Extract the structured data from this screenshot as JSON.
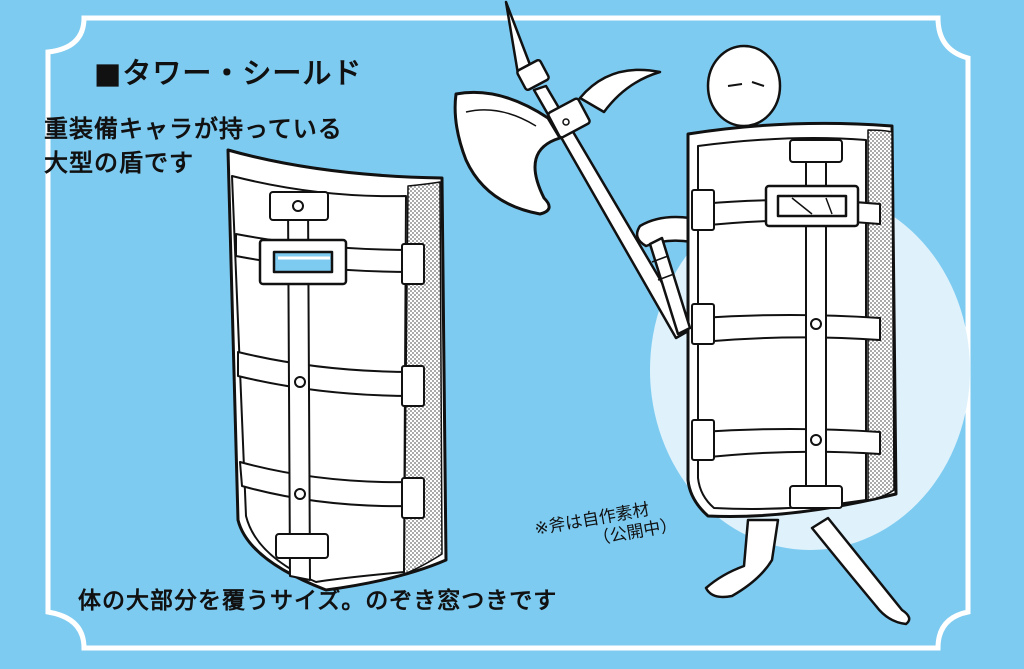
{
  "title": "■タワー・シールド",
  "description": "重装備キャラが持っている\n大型の盾です",
  "footer": "体の大部分を覆うサイズ。のぞき窓つきです",
  "note": {
    "line1": "※斧は自作素材",
    "line2": "（公開中）"
  },
  "icons": [
    "tower-shield-illustration",
    "mannequin-figure-illustration",
    "halberd-axe-illustration"
  ],
  "colors": {
    "background": "#7ecbf1",
    "frame": "#ffffff",
    "ink": "#111111",
    "halo": "#dff2fb"
  }
}
